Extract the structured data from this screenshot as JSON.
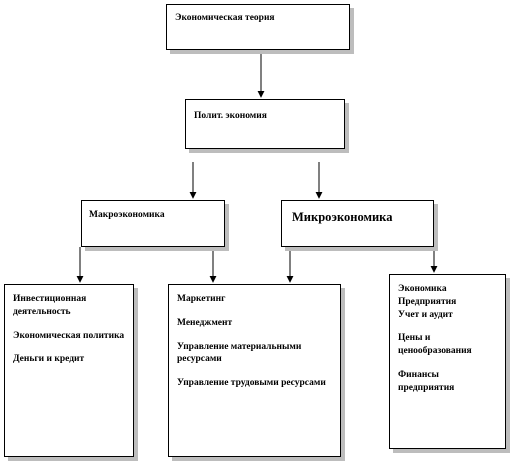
{
  "nodes": {
    "theory": "Экономическая теория",
    "polit": "Полит. экономия",
    "macro": "Макроэкономика",
    "micro": "Микроэкономика",
    "left": [
      "Инвестиционная деятельность",
      "Экономическая политика",
      "Деньги и кредит"
    ],
    "mid": [
      "Маркетинг",
      "Менеджмент",
      "Управление материальными ресурсами",
      "Управление трудовыми ресурсами"
    ],
    "right": [
      "Экономика Предприятия",
      "Учет и аудит",
      "Цены и ценообразования",
      "Финансы предприятия"
    ]
  },
  "colors": {
    "line": "#000000",
    "shadow": "#bdbdbd"
  }
}
